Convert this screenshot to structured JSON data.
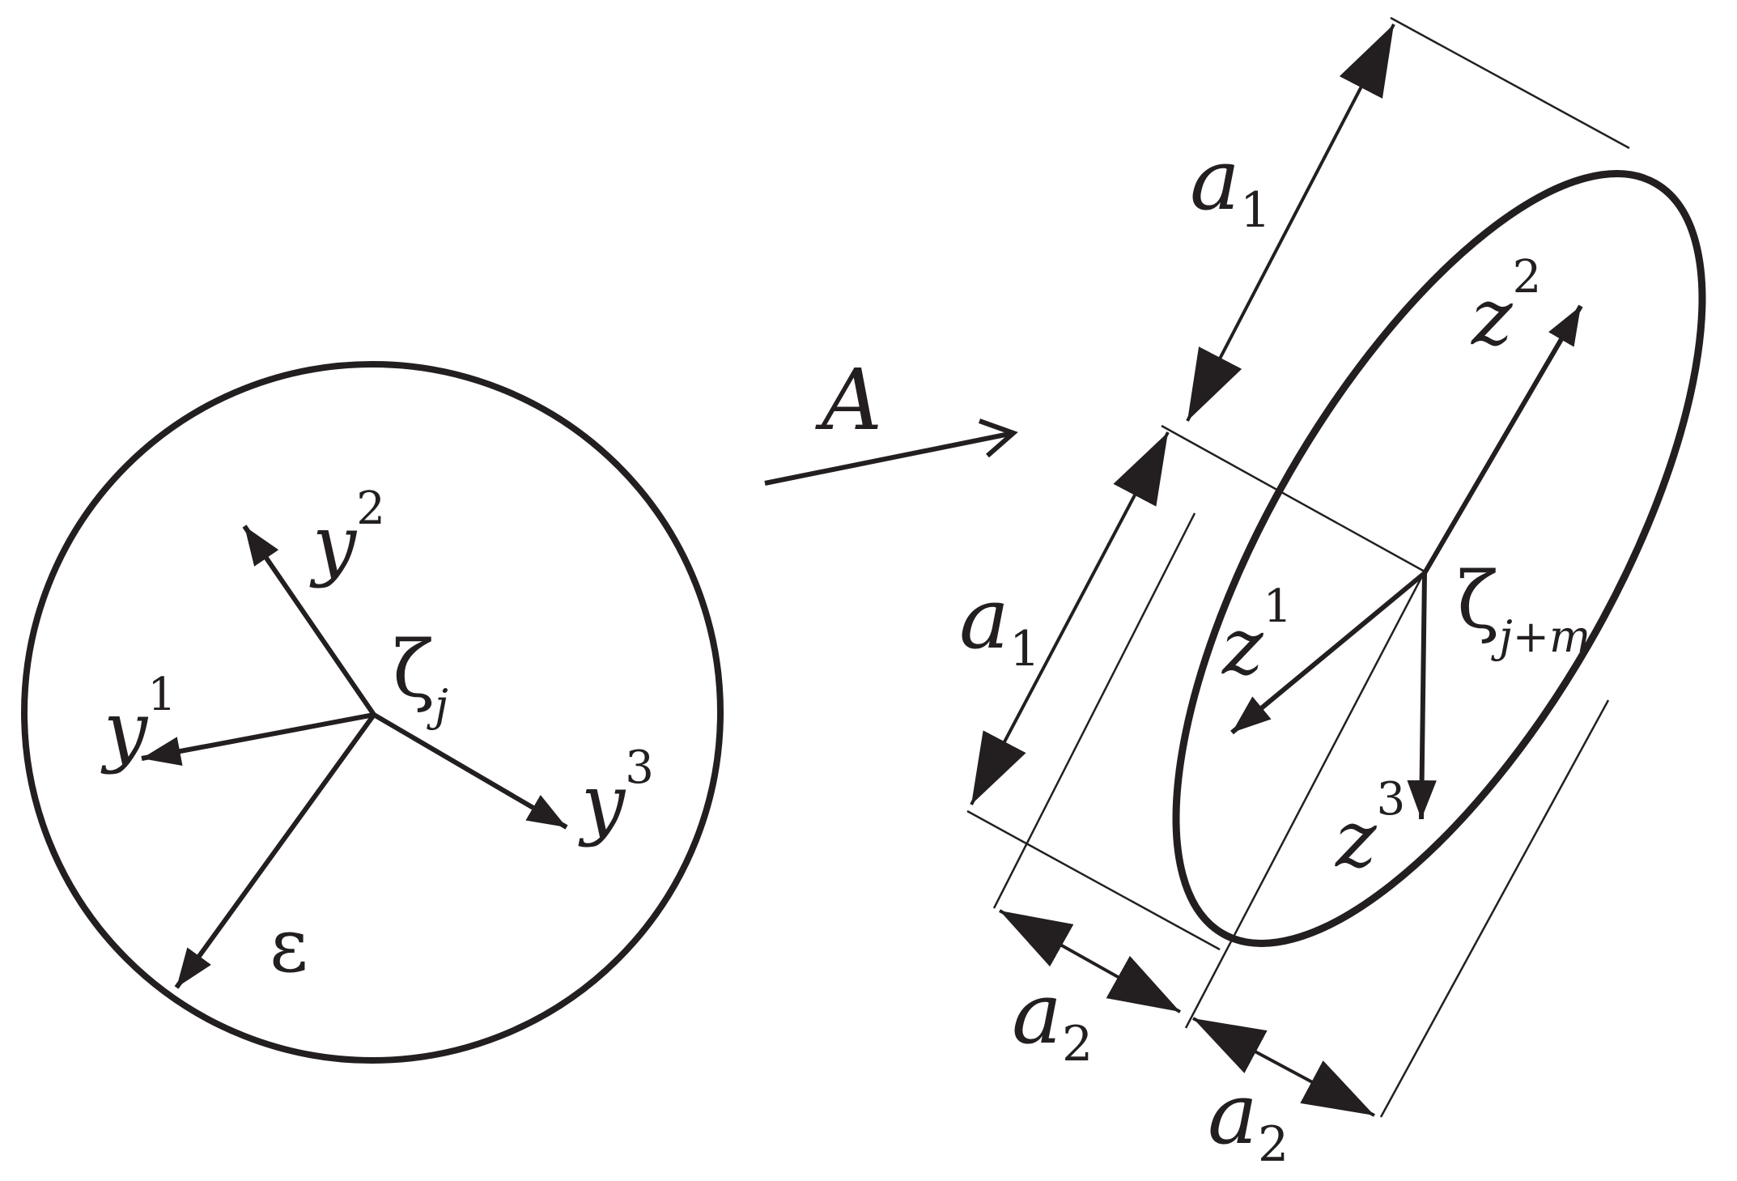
{
  "colors": {
    "ink": "#231f20",
    "background": "#ffffff"
  },
  "map_label": "A",
  "source": {
    "center_label": "ζ",
    "center_sub": "j",
    "axes": [
      {
        "name": "y",
        "sup": "1"
      },
      {
        "name": "y",
        "sup": "2"
      },
      {
        "name": "y",
        "sup": "3"
      }
    ],
    "radius_label": "ε"
  },
  "target": {
    "center_label": "ζ",
    "center_sub": "j+m",
    "axes": [
      {
        "name": "z",
        "sup": "1"
      },
      {
        "name": "z",
        "sup": "2"
      },
      {
        "name": "z",
        "sup": "3"
      }
    ],
    "dimension_labels": [
      {
        "name": "a",
        "sub": "1"
      },
      {
        "name": "a",
        "sub": "1"
      },
      {
        "name": "a",
        "sub": "2"
      },
      {
        "name": "a",
        "sub": "2"
      }
    ]
  }
}
